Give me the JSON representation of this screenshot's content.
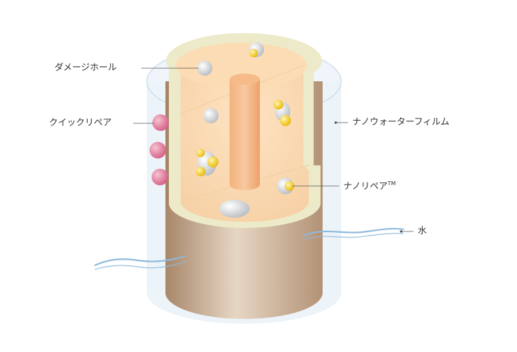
{
  "labels": {
    "damage_hole": "ダメージホール",
    "quick_repair": "クイックリペア",
    "nano_water_film": "ナノウォーターフィルム",
    "nano_repair": "ナノリペア",
    "nano_repair_tm": "TM",
    "water": "水"
  },
  "colors": {
    "outer_film": "#dbe9f3",
    "cylinder_body": "#c9ab8d",
    "cylinder_light": "#e4d2bf",
    "inner_fill": "#f8d8ae",
    "core": "#f0a66c",
    "ring": "#eceac8",
    "gray_particle": "#cdd0d4",
    "yellow_particle": "#f2cb24",
    "pink_particle": "#d9698c",
    "water_wave": "#8fb9db"
  }
}
